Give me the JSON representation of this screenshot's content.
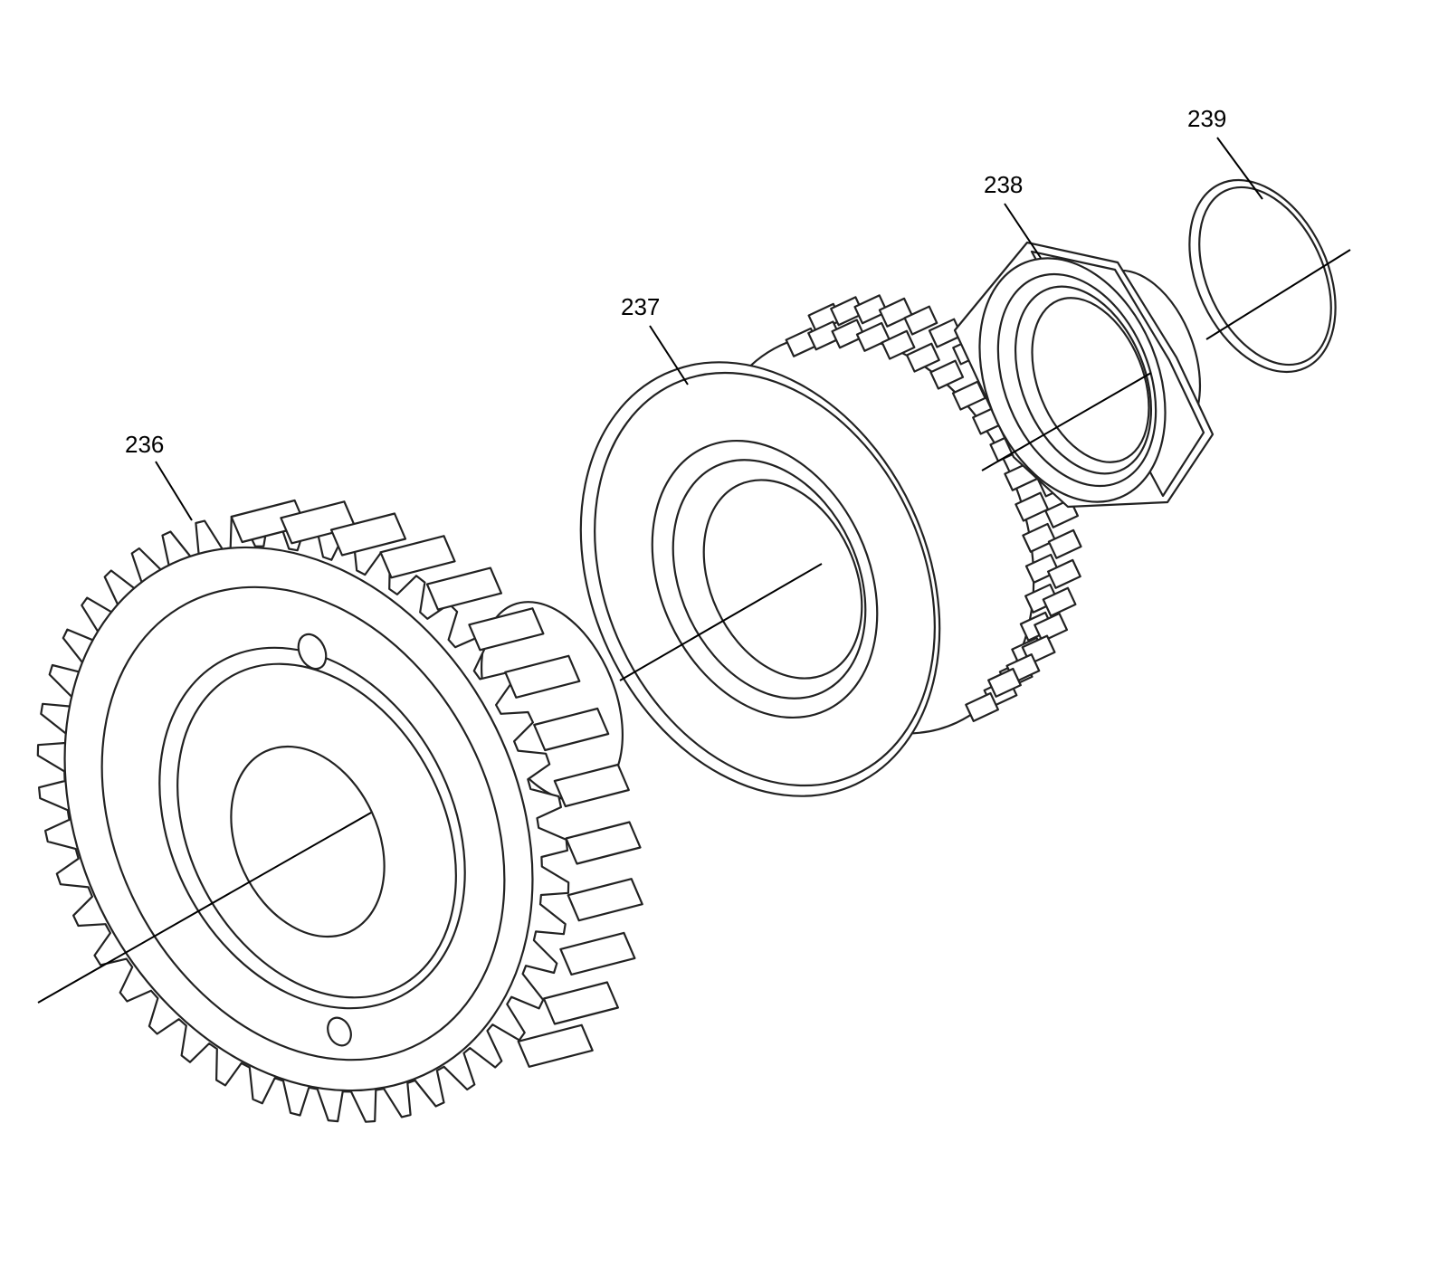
{
  "labels": {
    "part_236": "236",
    "part_237": "237",
    "part_238": "238",
    "part_239": "239"
  },
  "icons": {
    "part_236": "helical-gear-icon",
    "part_237": "splined-hub-icon",
    "part_238": "hex-nut-icon",
    "part_239": "snap-ring-icon"
  },
  "colors": {
    "line": "#222222",
    "background": "#ffffff"
  }
}
